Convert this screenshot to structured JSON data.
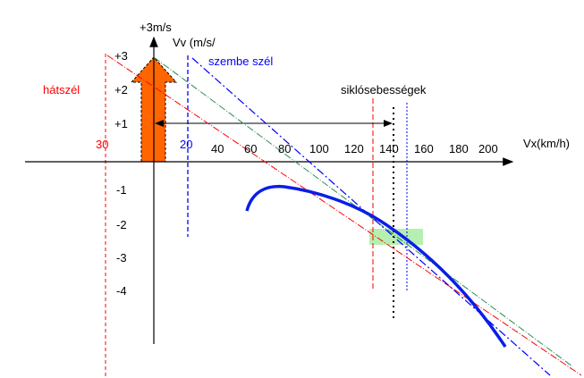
{
  "title_top": "+3m/s",
  "y_axis_label": "Vv (m/s/",
  "x_axis_label": "Vx(km/h)",
  "headwind_label": "szembe szél",
  "tailwind_label": "hátszél",
  "glide_speeds_label": "siklósebességek",
  "y_ticks": [
    "+3",
    "+2",
    "+1",
    "-1",
    "-2",
    "-3",
    "-4"
  ],
  "x_ticks": [
    "40",
    "60",
    "80",
    "100",
    "120",
    "140",
    "160",
    "180",
    "200"
  ],
  "tailwind_tick": "30",
  "headwind_tick": "20",
  "colors": {
    "tailwind": "#ff0000",
    "headwind": "#0000ff",
    "still": "#2e8b57",
    "polar": "#0a1ee6",
    "arrow": "#ff6600",
    "box": "#b6f0b0"
  }
}
